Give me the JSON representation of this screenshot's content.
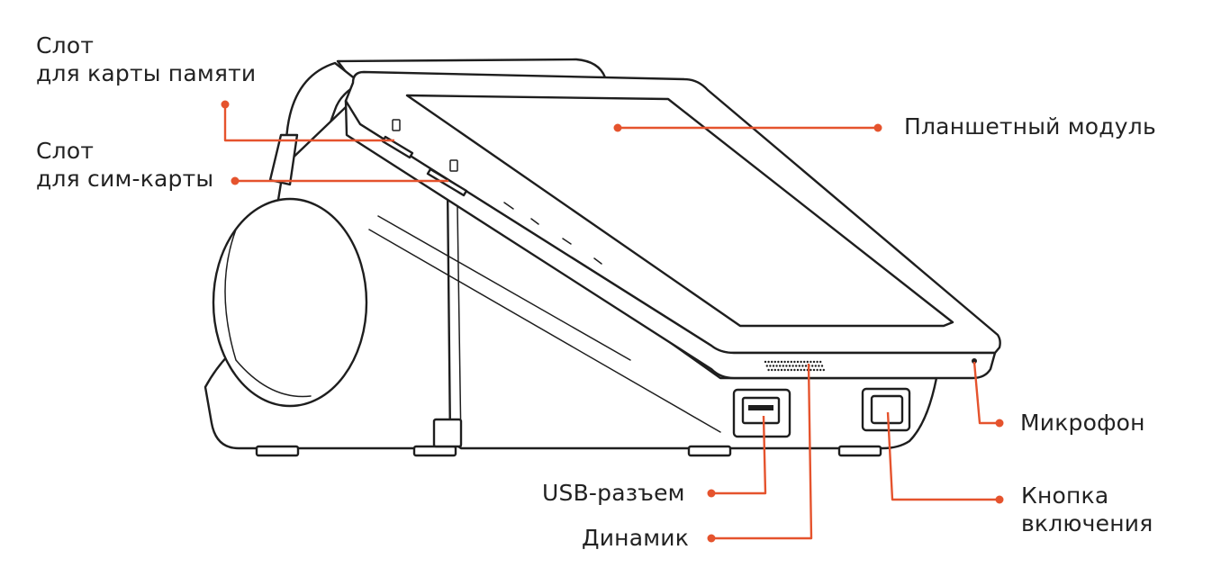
{
  "colors": {
    "callout": "#e5532d",
    "outline": "#1e1e1e",
    "text": "#222222"
  },
  "labels": {
    "memory_slot": {
      "line1": "Слот",
      "line2": "для карты памяти"
    },
    "sim_slot": {
      "line1": "Слот",
      "line2": "для сим-карты"
    },
    "tablet": "Планшетный модуль",
    "microphone": "Микрофон",
    "usb": "USB-разъем",
    "speaker": "Динамик",
    "power": {
      "line1": "Кнопка",
      "line2": "включения"
    }
  }
}
